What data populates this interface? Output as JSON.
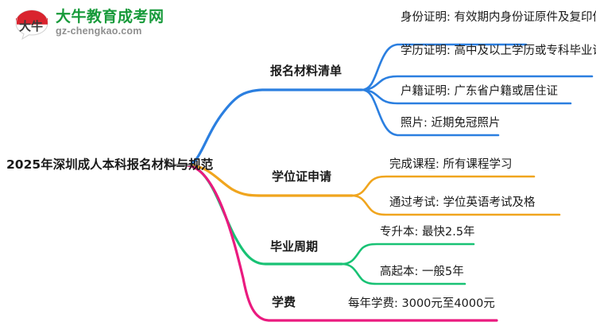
{
  "logo": {
    "mark_text": "大牛",
    "title": "大牛教育成考网",
    "subtitle": "gz-chengkao.com",
    "title_color": "#179a3a",
    "mark_color": "#d9232e"
  },
  "mindmap": {
    "root": {
      "label": "2025年深圳成人本科报名材料与规范"
    },
    "branches": [
      {
        "label": "报名材料清单",
        "color": "#2b7fe0",
        "children": [
          {
            "label": "身份证明: 有效期内身份证原件及复印件"
          },
          {
            "label": "学历证明: 高中及以上学历或专科毕业证"
          },
          {
            "label": "户籍证明: 广东省户籍或居住证"
          },
          {
            "label": "照片: 近期免冠照片"
          }
        ]
      },
      {
        "label": "学位证申请",
        "color": "#f0a51e",
        "children": [
          {
            "label": "完成课程: 所有课程学习"
          },
          {
            "label": "通过考试: 学位英语考试及格"
          }
        ]
      },
      {
        "label": "毕业周期",
        "color": "#18c274",
        "children": [
          {
            "label": "专升本: 最快2.5年"
          },
          {
            "label": "高起本: 一般5年"
          }
        ]
      },
      {
        "label": "学费",
        "color": "#ea1a7f",
        "children": [
          {
            "label": "每年学费: 3000元至4000元"
          }
        ]
      }
    ]
  }
}
